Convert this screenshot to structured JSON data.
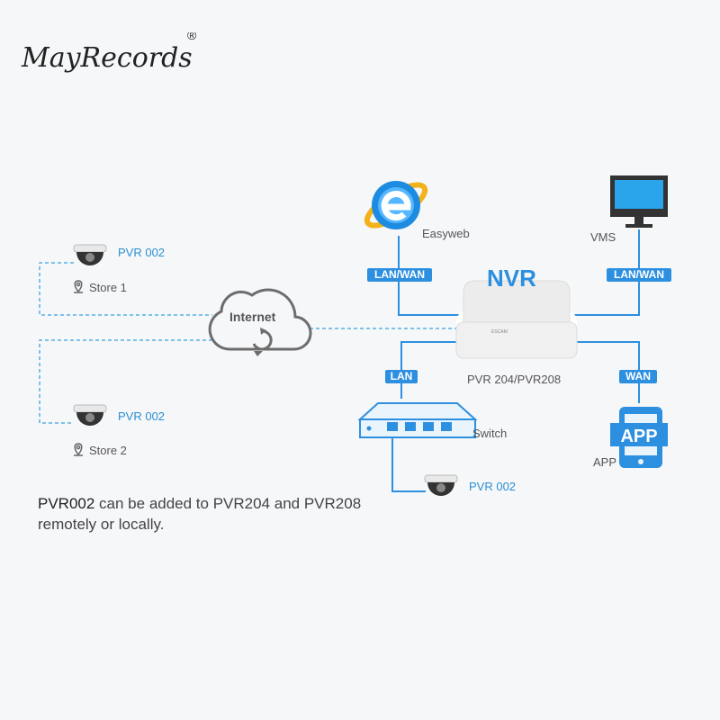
{
  "logo": {
    "text": "MayRecords",
    "mark": "®"
  },
  "nvr": {
    "title": "NVR",
    "model": "PVR 204/PVR208",
    "brand": "ESCAM"
  },
  "clients": {
    "easyweb": "Easyweb",
    "vms": "VMS",
    "app_label": "APP",
    "app_icon_text": "APP"
  },
  "links": {
    "easyweb": "LAN/WAN",
    "vms": "LAN/WAN",
    "switch": "LAN",
    "app": "WAN"
  },
  "internet": "Internet",
  "switch": "Switch",
  "cameras": [
    {
      "label": "PVR 002",
      "store": "Store 1"
    },
    {
      "label": "PVR 002",
      "store": "Store 2"
    },
    {
      "label": "PVR 002"
    }
  ],
  "caption": {
    "highlight": "PVR002",
    "text": " can be added  to PVR204 and PVR208 remotely or locally."
  },
  "colors": {
    "accent": "#2d8fe0",
    "line": "#2d8fe0",
    "dashed": "#56b0e6",
    "icon_gray": "#666666"
  },
  "icons": [
    "ie-browser-icon",
    "monitor-icon",
    "cloud-icon",
    "nvr-box-icon",
    "network-switch-icon",
    "mobile-app-icon",
    "dome-camera-icon",
    "location-pin-icon"
  ]
}
